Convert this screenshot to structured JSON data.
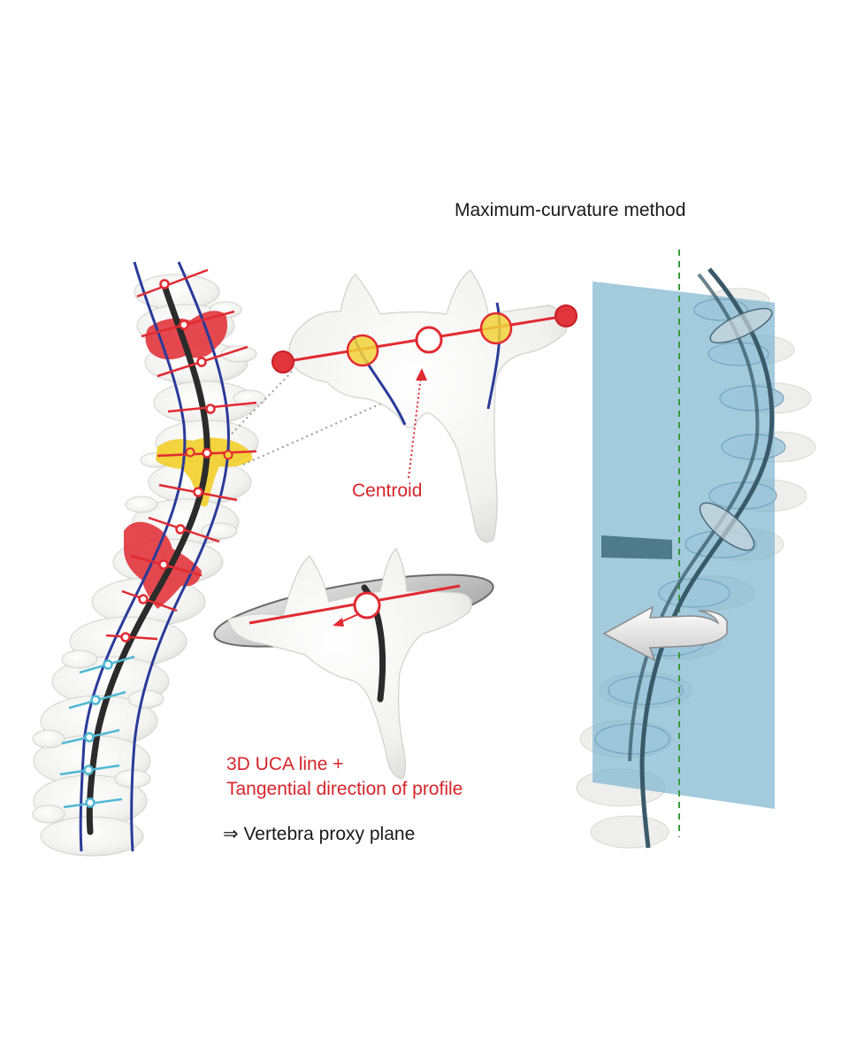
{
  "title": "Maximum-curvature method",
  "centroid_label": "Centroid",
  "uca_line1": "3D UCA line +",
  "uca_line2": "Tangential direction of profile",
  "proxy_arrow": "⇒",
  "proxy_text": "Vertebra proxy plane",
  "colors": {
    "red_marker": "#d6242b",
    "yellow_marker": "#f2d23a",
    "blue_curve": "#2a3a9a",
    "cyan_marker": "#4fb8d4",
    "plane": "#7fb6d0",
    "dashed_axis": "#3a9a3a",
    "centerline": "#2b2b2b"
  }
}
